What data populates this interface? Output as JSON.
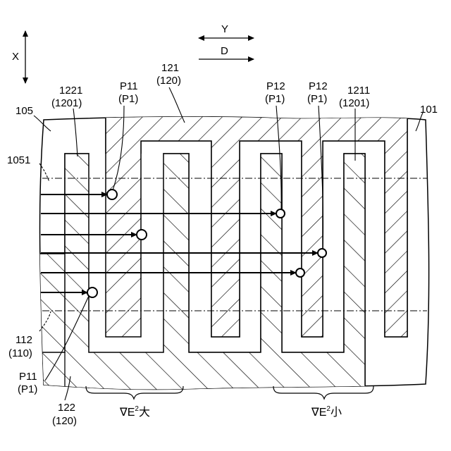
{
  "axes": {
    "x_label": "X",
    "y_label": "Y",
    "d_label": "D"
  },
  "labels": {
    "l105": "105",
    "l101": "101",
    "l1051": "1051",
    "l1221_a": "1221",
    "l1221_b": "(1201)",
    "l121_a": "121",
    "l121_b": "(120)",
    "p11_top_a": "P11",
    "p11_top_b": "(P1)",
    "p12_a_a": "P12",
    "p12_a_b": "(P1)",
    "p12_b_a": "P12",
    "p12_b_b": "(P1)",
    "l1211_a": "1211",
    "l1211_b": "(1201)",
    "l112_a": "112",
    "l112_b": "(110)",
    "p11_bot_a": "P11",
    "p11_bot_b": "(P1)",
    "l122_a": "122",
    "l122_b": "(120)"
  },
  "gradient_labels": {
    "left": {
      "prefix": "∇E",
      "sup": "2",
      "suffix": "大"
    },
    "right": {
      "prefix": "∇E",
      "sup": "2",
      "suffix": "小"
    }
  },
  "colors": {
    "ink": "#000000",
    "paper": "#ffffff"
  }
}
